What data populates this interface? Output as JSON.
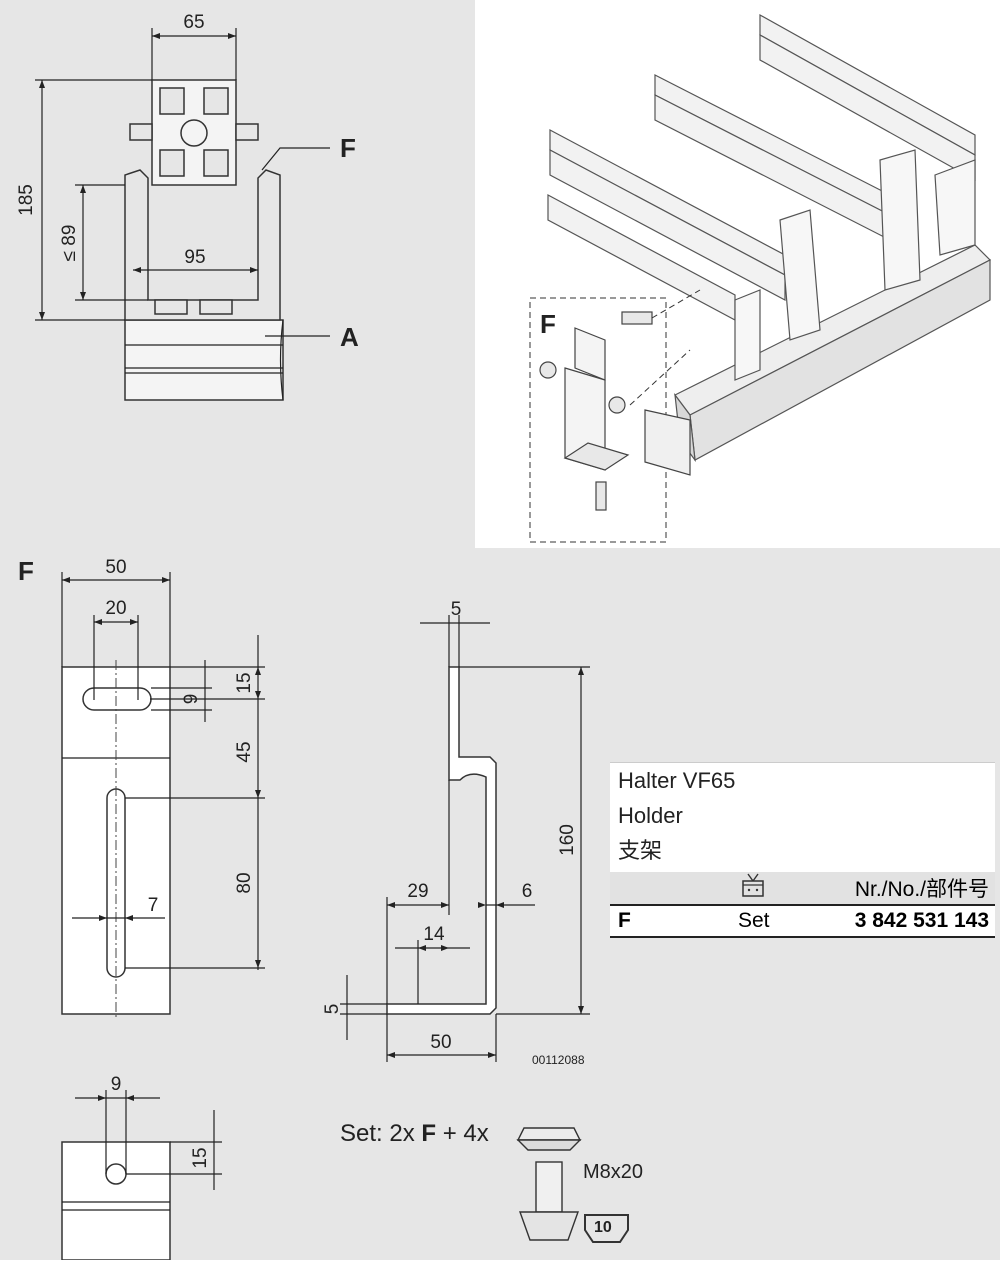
{
  "colors": {
    "background": "#e6e6e6",
    "panel": "#ffffff",
    "line": "#222222"
  },
  "labels": {
    "F": "F",
    "A": "A"
  },
  "top_view": {
    "dims": {
      "d65": "65",
      "d185": "185",
      "d89": "≤ 89",
      "d95": "95"
    }
  },
  "drawing_f": {
    "front": {
      "d50": "50",
      "d20": "20",
      "d15": "15",
      "d9": "9",
      "d45": "45",
      "d80": "80",
      "d7": "7"
    },
    "side": {
      "d5top": "5",
      "d160": "160",
      "d29": "29",
      "d6": "6",
      "d14": "14",
      "d5left": "5",
      "d50": "50"
    },
    "drawing_no": "00112088",
    "detail": {
      "d9": "9",
      "d15": "15"
    }
  },
  "set_line": {
    "prefix": "Set: 2x ",
    "part": "F",
    "suffix": " + 4x",
    "screw": "M8x20",
    "wrench": "10"
  },
  "table": {
    "title_de": "Halter VF65",
    "title_en": "Holder",
    "title_zh": "支架",
    "icon": "package-icon",
    "col_header": "Nr./No./部件号",
    "row": {
      "part": "F",
      "unit": "Set",
      "number": "3 842 531 143"
    }
  }
}
